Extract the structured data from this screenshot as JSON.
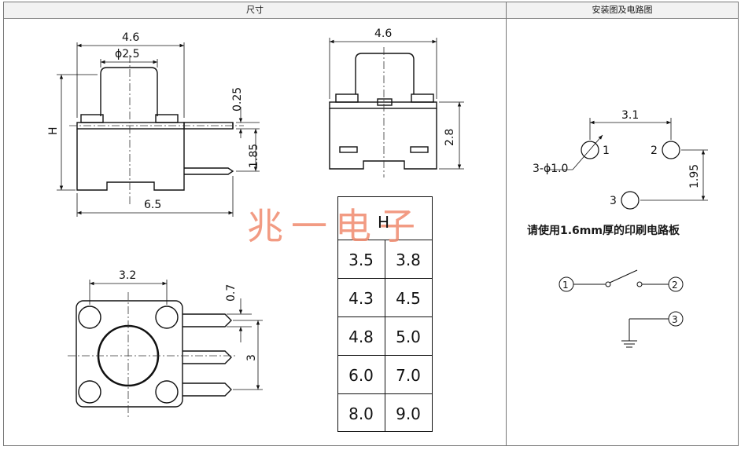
{
  "headers": {
    "dimensions": "尺寸",
    "install": "安装图及电路图"
  },
  "front_view": {
    "width": "4.6",
    "button_dia": "ϕ2.5",
    "pin_offset": "0.25",
    "pin_height": "1.85",
    "total_width": "6.5",
    "height_label": "H"
  },
  "side_view": {
    "width": "4.6",
    "body_height": "2.8"
  },
  "bottom_view": {
    "pitch": "3.2",
    "pin_width": "0.7",
    "pin_pitch": "3"
  },
  "h_table": {
    "header": "H",
    "rows": [
      [
        "3.5",
        "3.8"
      ],
      [
        "4.3",
        "4.5"
      ],
      [
        "4.8",
        "5.0"
      ],
      [
        "6.0",
        "7.0"
      ],
      [
        "8.0",
        "9.0"
      ]
    ]
  },
  "pcb": {
    "spacing": "3.1",
    "hole": "3-ϕ1.0",
    "vspacing": "1.95",
    "n1": "1",
    "n2": "2",
    "n3": "3",
    "note": "请使用1.6mm厚的印刷电路板"
  },
  "circuit": {
    "n1": "1",
    "n2": "2",
    "n3": "3"
  },
  "watermark": "兆一电子"
}
